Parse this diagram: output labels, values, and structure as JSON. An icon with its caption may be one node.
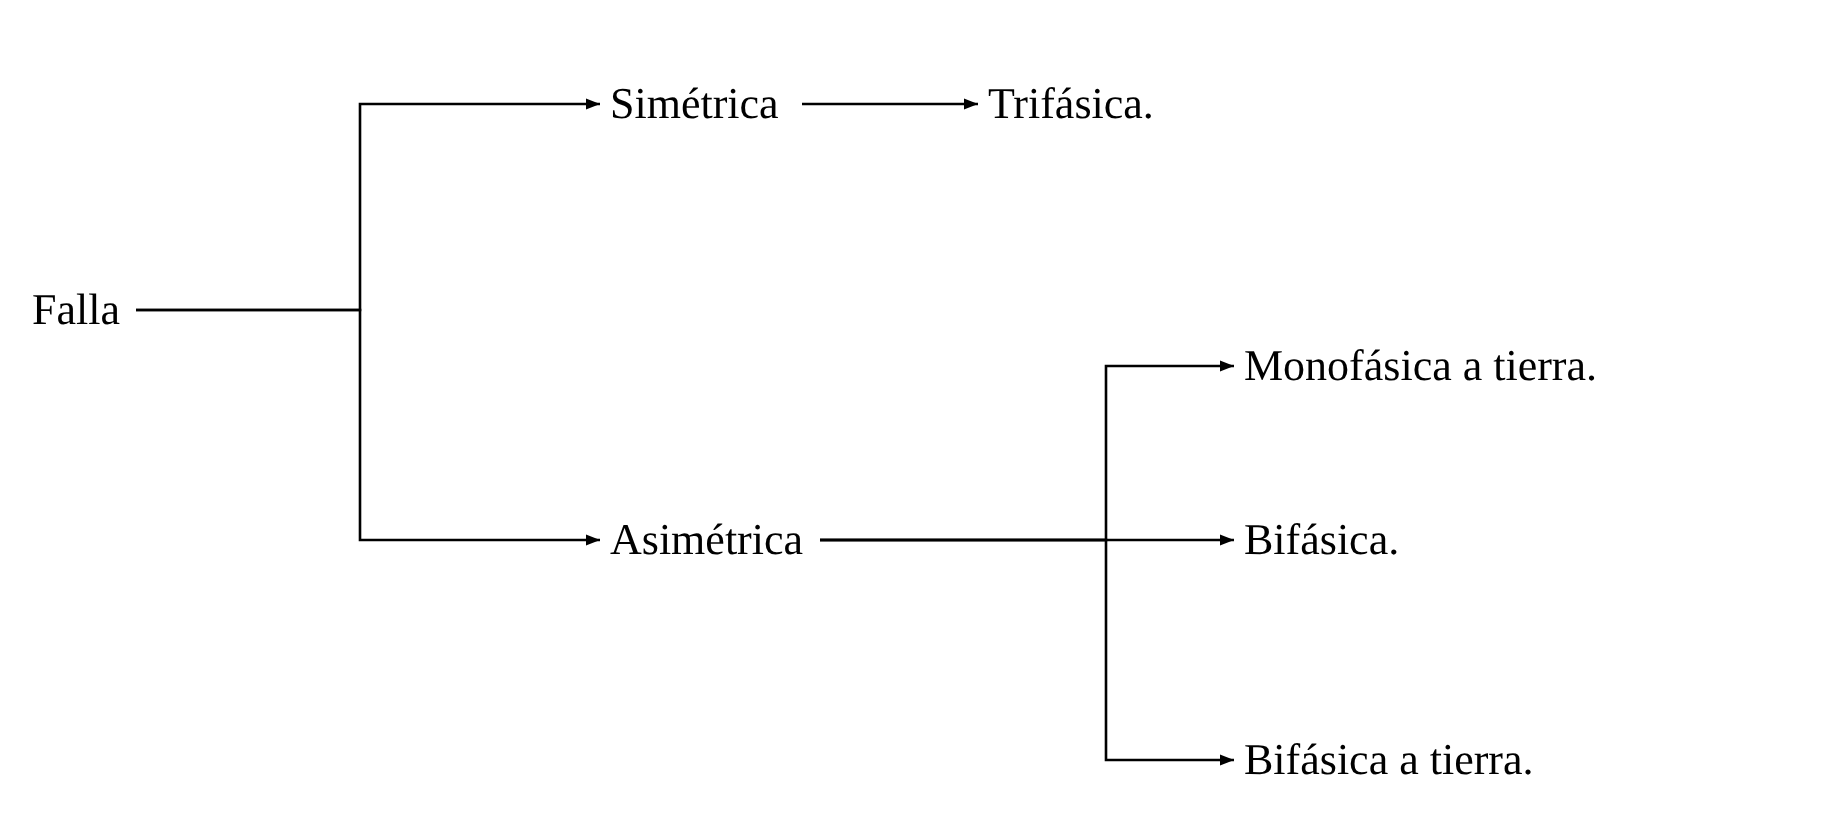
{
  "diagram": {
    "nodes": [
      {
        "text": [
          "Falla"
        ]
      },
      {
        "text": [
          "Simétrica"
        ]
      },
      {
        "text": [
          "Asimétrica"
        ]
      },
      {
        "text": [
          "Trifásica."
        ]
      },
      {
        "text": [
          "Monofásica a tierra."
        ]
      },
      {
        "text": [
          "Bifásica."
        ]
      },
      {
        "text": [
          "Bifásica a tierra."
        ]
      }
    ],
    "edges": [
      {
        "from": 0,
        "to": 1,
        "arrow": "to"
      },
      {
        "from": 0,
        "to": 2,
        "arrow": "to"
      },
      {
        "from": 1,
        "to": 3,
        "arrow": "to"
      },
      {
        "from": 2,
        "to": 4,
        "arrow": "to"
      },
      {
        "from": 2,
        "to": 5,
        "arrow": "to"
      },
      {
        "from": 2,
        "to": 6,
        "arrow": "to"
      }
    ]
  }
}
